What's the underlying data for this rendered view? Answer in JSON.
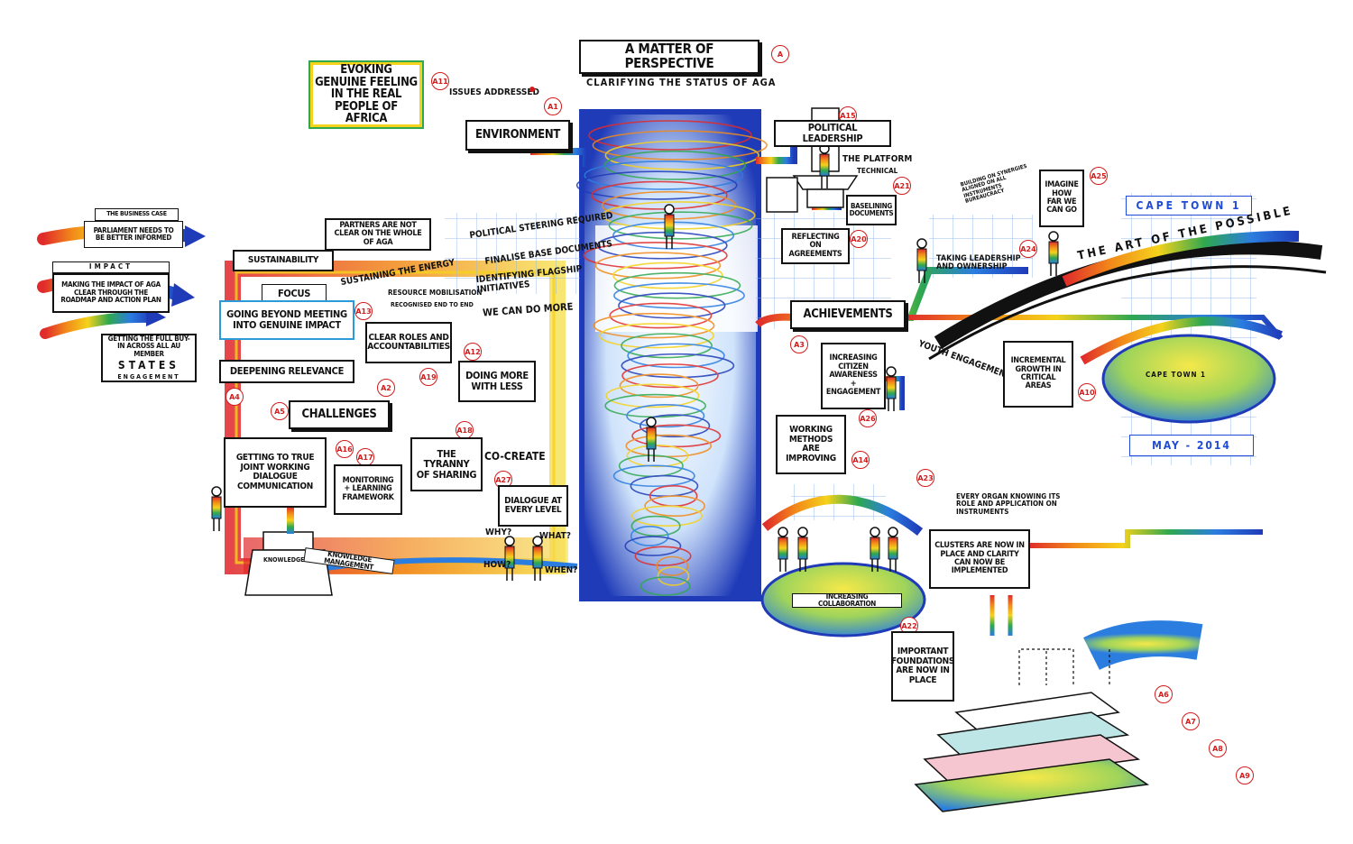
{
  "title": {
    "main": "A MATTER of PERSPECTIVE",
    "sub": "CLARIFYING THE STATUS of AGA",
    "tag": "A"
  },
  "left_panel": {
    "business_case": "THE BUSINESS CASE",
    "parliament": "PARLIAMENT NEEDS TO BE BETTER INFORMED",
    "impact_header": "IMPACT",
    "impact_text": "MAKING THE IMPACT of AGA CLEAR THROUGH THE ROADMAP AND ACTION PLAN",
    "buy_in": "GETTING THE FULL BUY-IN ACROSS ALL AU MEMBER",
    "states": "STATES",
    "engagement": "ENGAGEMENT"
  },
  "nodes": {
    "evoking": "EVOKING GENUINE FEELING IN THE REAL PEOPLE of AFRICA",
    "issues": "ISSUES ADDRESSED",
    "environment": "ENVIRONMENT",
    "partners": "PARTNERS ARE NOT CLEAR ON THE WHOLE of AGA",
    "sustainability": "SUSTAINABILITY",
    "sustaining": "SUSTAINING THE ENERGY",
    "focus": "FOCUS",
    "beyond": "GOING BEYOND MEETING INTO GENUINE IMPACT",
    "resource": "RESOURCE MOBILISATION",
    "recognised": "RECOGNISED END TO END",
    "clear_roles": "CLEAR ROLES AND ACCOUNTABILITIES",
    "deepening": "DEEPENING RELEVANCE",
    "doing_more": "DOING MORE WITH LESS",
    "challenges": "CHALLENGES",
    "political_steering": "POLITICAL STEERING REQUIRED",
    "finalise": "FINALISE BASE DOCUMENTS",
    "identifying": "IDENTIFYING FLAGSHIP INITIATIVES",
    "we_can": "WE CAN DO MORE",
    "joint_working": "GETTING TO TRUE JOINT WORKING DIALOGUE COMMUNICATION",
    "monitoring": "MONITORING + LEARNING FRAMEWORK",
    "tyranny": "THE TYRANNY of SHARING",
    "cocreate": "CO-CREATE",
    "dialogue": "DIALOGUE AT EVERY LEVEL",
    "knowledge": "KNOWLEDGE",
    "knowledge_mgmt": "KNOWLEDGE MANAGEMENT",
    "why": "WHY?",
    "what": "WHAT?",
    "how": "HOW?",
    "when": "WHEN?",
    "political_leadership": "POLITICAL LEADERSHIP",
    "platform": "THE PLATFORM",
    "technical": "TECHNICAL",
    "baselining": "BASELINING DOCUMENTS",
    "reflecting": "REFLECTING ON AGREEMENTS",
    "imagine": "IMAGINE HOW FAR WE CAN GO",
    "building": "BUILDING ON SYNERGIES ALIGNED ON ALL INSTRUMENTS BUREAUCRACY",
    "taking": "TAKING LEADERSHIP AND OWNERSHIP",
    "capetown": "CAPE TOWN 1",
    "art": "THE ART of THE POSSIBLE",
    "achievements": "ACHIEVEMENTS",
    "citizen": "INCREASING CITIZEN AWARENESS + ENGAGEMENT",
    "youth": "YOUTH ENGAGEMENT",
    "incremental": "INCREMENTAL GROWTH IN CRITICAL AREAS",
    "capetown_globe": "CAPE TOWN 1",
    "may": "MAY - 2014",
    "working_methods": "WORKING METHODS ARE IMPROVING",
    "collaboration": "INCREASING COLLABORATION",
    "every_organ": "EVERY ORGAN KNOWING ITS ROLE AND APPLICATION ON INSTRUMENTS",
    "clusters": "CLUSTERS ARE NOW IN PLACE AND CLARITY CAN NOW BE IMPLEMENTED",
    "foundations": "IMPORTANT FOUNDATIONS ARE NOW IN PLACE"
  },
  "tags": {
    "a11": "A11",
    "a1": "A1",
    "a2": "A2",
    "a3": "A3",
    "a4": "A4",
    "a5": "A5",
    "a6": "A6",
    "a7": "A7",
    "a8": "A8",
    "a9": "A9",
    "a10": "A10",
    "a12": "A12",
    "a13": "A13",
    "a14": "A14",
    "a15": "A15",
    "a16": "A16",
    "a17": "A17",
    "a18": "A18",
    "a19": "A19",
    "a20": "A20",
    "a21": "A21",
    "a22": "A22",
    "a23": "A23",
    "a24": "A24",
    "a25": "A25",
    "a26": "A26",
    "a27": "A27"
  },
  "colors": {
    "ink": "#111111",
    "accent_red": "#d21b1b",
    "blue": "#1f4bd8",
    "yellow": "#f5d21b",
    "orange": "#f08a1c",
    "green": "#2fa84f",
    "grid": "#8fb4ea"
  }
}
